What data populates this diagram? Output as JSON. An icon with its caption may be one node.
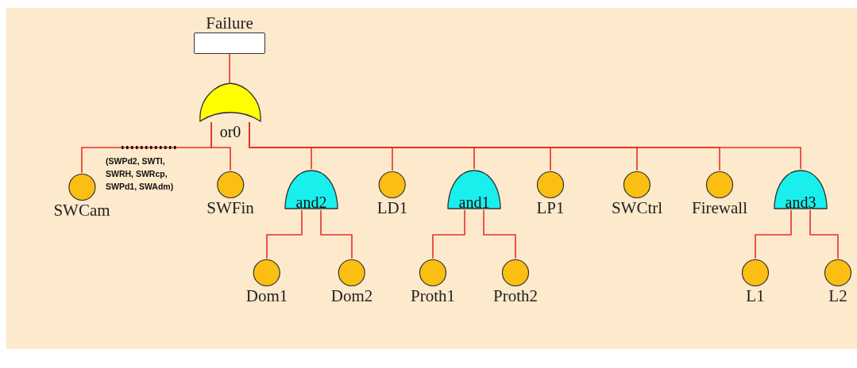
{
  "diagram": {
    "nodes": [
      {
        "text": [
          "Failure"
        ]
      },
      {
        "text": [
          "or0"
        ]
      },
      {
        "text": [
          "SWCam"
        ]
      },
      {
        "text": [
          "SWFin"
        ]
      },
      {
        "text": [
          "and2"
        ]
      },
      {
        "text": [
          "LD1"
        ]
      },
      {
        "text": [
          "and1"
        ]
      },
      {
        "text": [
          "LP1"
        ]
      },
      {
        "text": [
          "SWCtrl"
        ]
      },
      {
        "text": [
          "Firewall"
        ]
      },
      {
        "text": [
          "and3"
        ]
      },
      {
        "text": [
          "Dom1"
        ]
      },
      {
        "text": [
          "Dom2"
        ]
      },
      {
        "text": [
          "Proth1"
        ]
      },
      {
        "text": [
          "Proth2"
        ]
      },
      {
        "text": [
          "L1"
        ]
      },
      {
        "text": [
          "L2"
        ]
      }
    ],
    "edges": [
      {
        "from": 0,
        "to": 1,
        "arrow": "none"
      },
      {
        "from": 1,
        "to": 2,
        "arrow": "none"
      },
      {
        "from": 1,
        "to": 3,
        "arrow": "none"
      },
      {
        "from": 1,
        "to": 4,
        "arrow": "none"
      },
      {
        "from": 1,
        "to": 5,
        "arrow": "none"
      },
      {
        "from": 1,
        "to": 6,
        "arrow": "none"
      },
      {
        "from": 1,
        "to": 7,
        "arrow": "none"
      },
      {
        "from": 1,
        "to": 8,
        "arrow": "none"
      },
      {
        "from": 1,
        "to": 9,
        "arrow": "none"
      },
      {
        "from": 1,
        "to": 10,
        "arrow": "none"
      },
      {
        "from": 4,
        "to": 11,
        "arrow": "none"
      },
      {
        "from": 4,
        "to": 12,
        "arrow": "none"
      },
      {
        "from": 6,
        "to": 13,
        "arrow": "none"
      },
      {
        "from": 6,
        "to": 14,
        "arrow": "none"
      },
      {
        "from": 10,
        "to": 15,
        "arrow": "none"
      },
      {
        "from": 10,
        "to": 16,
        "arrow": "none"
      }
    ],
    "labels": [
      "(SWPd2, SWTI, SWRH, SWRcp, SWPd1, SWAdm)"
    ]
  }
}
